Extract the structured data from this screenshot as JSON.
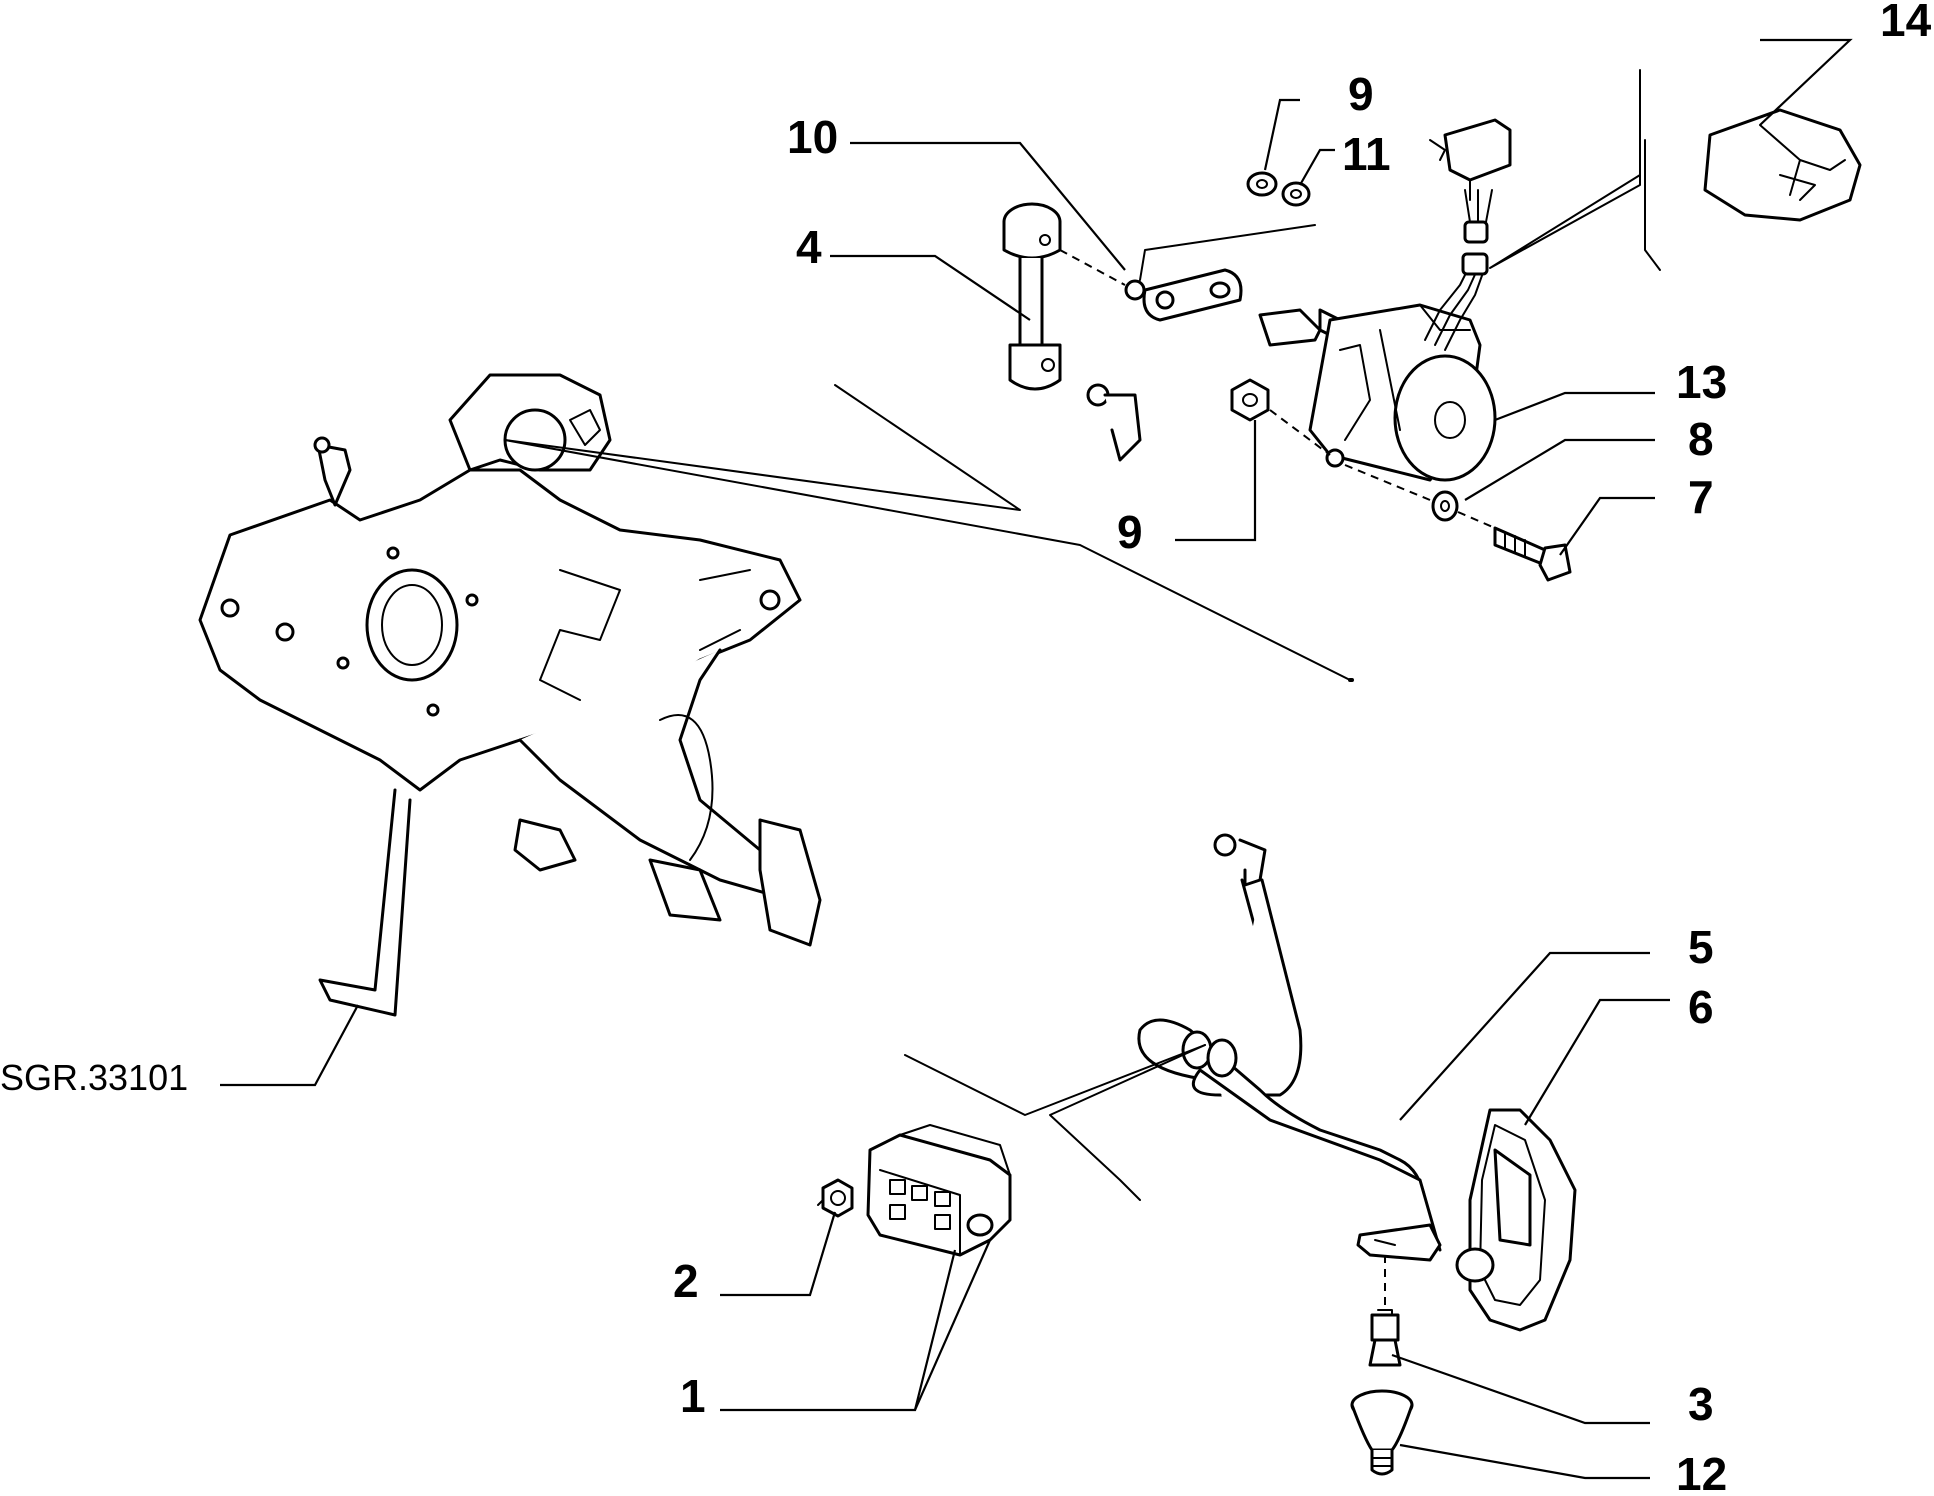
{
  "drawing_reference": "SGR.33101",
  "callouts": [
    {
      "id": "c1",
      "label": "1"
    },
    {
      "id": "c2",
      "label": "2"
    },
    {
      "id": "c3",
      "label": "3"
    },
    {
      "id": "c4",
      "label": "4"
    },
    {
      "id": "c5",
      "label": "5"
    },
    {
      "id": "c6",
      "label": "6"
    },
    {
      "id": "c7",
      "label": "7"
    },
    {
      "id": "c8",
      "label": "8"
    },
    {
      "id": "c9a",
      "label": "9"
    },
    {
      "id": "c9b",
      "label": "9"
    },
    {
      "id": "c10",
      "label": "10"
    },
    {
      "id": "c11",
      "label": "11"
    },
    {
      "id": "c12",
      "label": "12"
    },
    {
      "id": "c13",
      "label": "13"
    },
    {
      "id": "c14",
      "label": "14"
    }
  ]
}
